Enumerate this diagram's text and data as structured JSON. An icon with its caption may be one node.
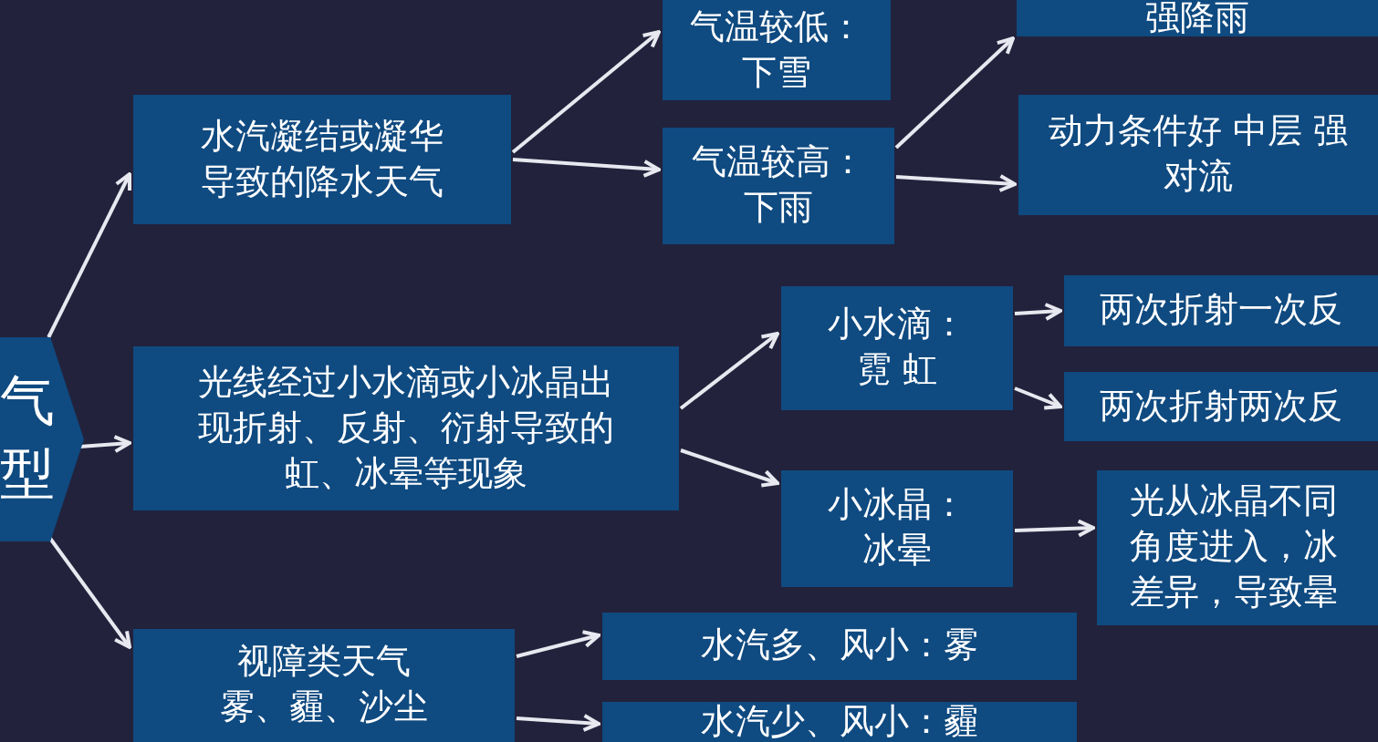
{
  "diagram": {
    "nodes": [
      {
        "text": [
          "气型"
        ]
      },
      {
        "text": [
          "水汽凝结或凝华导致的降水天气"
        ]
      },
      {
        "text": [
          "光线经过小水滴或小冰晶出现折射、反射、衍射导致的虹、冰晕等现象"
        ]
      },
      {
        "text": [
          "视障类天气",
          "雾、霾、沙尘"
        ]
      },
      {
        "text": [
          "气温较低：下雪"
        ]
      },
      {
        "text": [
          "气温较高：下雨"
        ]
      },
      {
        "text": [
          "强降雨"
        ]
      },
      {
        "text": [
          "动力条件好 中层 强对流"
        ]
      },
      {
        "text": [
          "小水滴：霓 虹"
        ]
      },
      {
        "text": [
          "小冰晶：冰晕"
        ]
      },
      {
        "text": [
          "两次折射一次反"
        ]
      },
      {
        "text": [
          "两次折射两次反"
        ]
      },
      {
        "text": [
          "光从冰晶不同角度进入，冰差异，导致晕"
        ]
      },
      {
        "text": [
          "水汽多、风小：雾"
        ]
      },
      {
        "text": [
          "水汽少、风小：霾"
        ]
      }
    ],
    "edges": [
      {
        "from": 0,
        "to": 1,
        "arrow": "to"
      },
      {
        "from": 0,
        "to": 2,
        "arrow": "to"
      },
      {
        "from": 0,
        "to": 3,
        "arrow": "to"
      },
      {
        "from": 1,
        "to": 4,
        "arrow": "to"
      },
      {
        "from": 1,
        "to": 5,
        "arrow": "to"
      },
      {
        "from": 5,
        "to": 6,
        "arrow": "to"
      },
      {
        "from": 5,
        "to": 7,
        "arrow": "to"
      },
      {
        "from": 2,
        "to": 8,
        "arrow": "to"
      },
      {
        "from": 2,
        "to": 9,
        "arrow": "to"
      },
      {
        "from": 8,
        "to": 10,
        "arrow": "to"
      },
      {
        "from": 8,
        "to": 11,
        "arrow": "to"
      },
      {
        "from": 9,
        "to": 12,
        "arrow": "to"
      },
      {
        "from": 3,
        "to": 13,
        "arrow": "to"
      },
      {
        "from": 3,
        "to": 14,
        "arrow": "to"
      }
    ]
  }
}
